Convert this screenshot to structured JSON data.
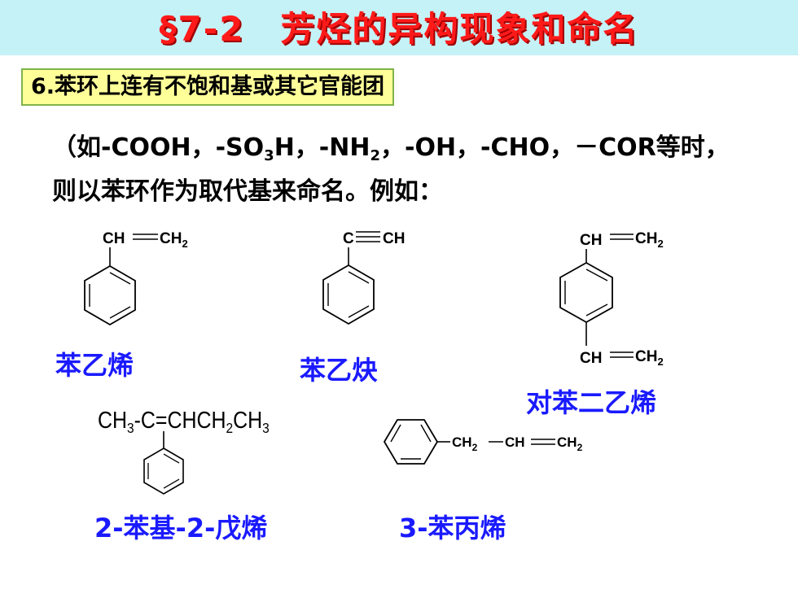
{
  "header": {
    "title": "§7-2　芳烃的异构现象和命名",
    "background": "#c4f2f7",
    "title_color": "#ff1a1a"
  },
  "section": {
    "label": "6.苯环上连有不饱和基或其它官能团",
    "background": "#ffff99"
  },
  "paragraph": {
    "line1_prefix": "（如-COOH，-SO",
    "line1_sub1": "3",
    "line1_mid1": "H，-NH",
    "line1_sub2": "2",
    "line1_suffix": "，-OH，-CHO，－COR等时，",
    "line2": "则以苯环作为取代基来命名。例如："
  },
  "structures": {
    "styrene": {
      "formula_left": "CH",
      "formula_right": "CH",
      "sub": "2",
      "name": "苯乙烯"
    },
    "phenylacetylene": {
      "formula_left": "C",
      "formula_right": "CH",
      "name": "苯乙炔"
    },
    "divinylbenzene": {
      "formula_left": "CH",
      "formula_right": "CH",
      "sub": "2",
      "name": "对苯二乙烯"
    },
    "phenylpentene": {
      "p1": "CH",
      "s1": "3",
      "p2": "-C=CHCH",
      "s2": "2",
      "p3": "CH",
      "s3": "3",
      "name": "2-苯基-2-戊烯"
    },
    "phenylpropene": {
      "g1": "CH",
      "s1": "2",
      "g2": "CH",
      "g3": "CH",
      "s3": "2",
      "name": "3-苯丙烯"
    }
  },
  "colors": {
    "name_blue": "#1a1aff",
    "border_green": "#7fb34a"
  }
}
